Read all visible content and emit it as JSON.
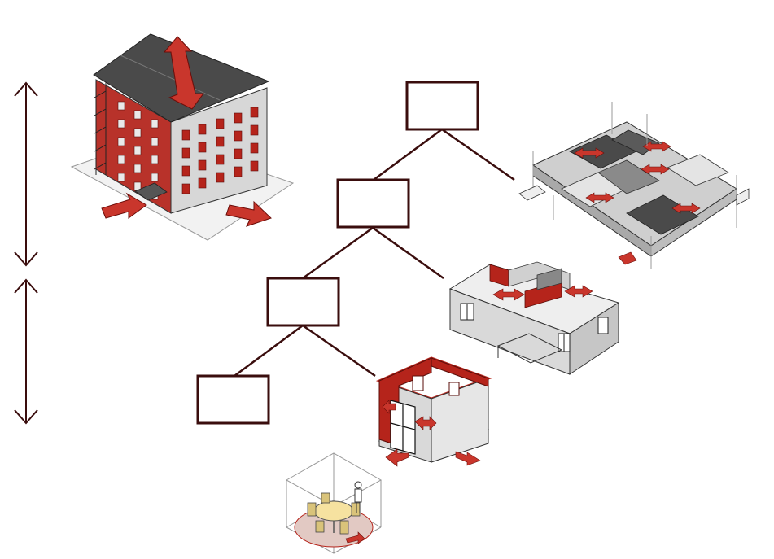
{
  "colors": {
    "line": "#3a0d0d",
    "accent": "#b5241b",
    "accent_light": "#d8584e",
    "roof": "#4a4a4a",
    "wall": "#d9d9d9",
    "wall_dark": "#a8a8a8",
    "floor": "#eeeeee",
    "table": "#f6e2a0"
  },
  "tree": {
    "boxes": [
      {
        "id": "building-level",
        "label": ""
      },
      {
        "id": "floor-level",
        "label": ""
      },
      {
        "id": "apartment-level",
        "label": ""
      },
      {
        "id": "room-level",
        "label": ""
      }
    ]
  },
  "icons": [
    "building-icon",
    "floor-plate-icon",
    "apartment-icon",
    "room-icon",
    "furniture-space-icon",
    "vertical-arrow-icon"
  ]
}
